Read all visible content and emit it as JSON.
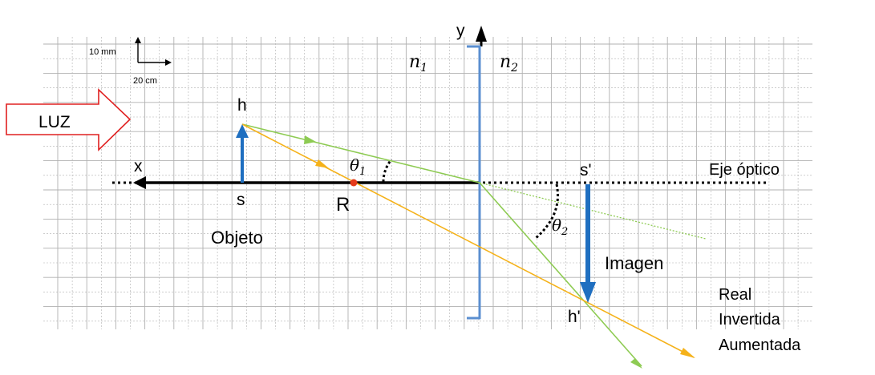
{
  "scale": {
    "vertical": "10 mm",
    "horizontal": "20 cm"
  },
  "light_label": "LUZ",
  "media": {
    "n1": "n",
    "n1_sub": "1",
    "n2": "n",
    "n2_sub": "2"
  },
  "axes": {
    "x": "x",
    "y": "y",
    "optical_axis": "Eje óptico"
  },
  "object": {
    "top_label": "h",
    "base_label": "s",
    "caption": "Objeto"
  },
  "center_label": "R",
  "angles": {
    "theta1": "θ",
    "theta1_sub": "1",
    "theta2": "θ",
    "theta2_sub": "2"
  },
  "image": {
    "top_label": "s'",
    "tip_label": "h'",
    "caption": "Imagen"
  },
  "properties": [
    "Real",
    "Invertida",
    "Aumentada"
  ],
  "colors": {
    "grid": "#b0b0b0",
    "axis": "#000000",
    "surface": "#5b8fd0",
    "object_arrow": "#1f6fc0",
    "ray_green": "#8ecb53",
    "ray_orange": "#f5b21a",
    "center_point": "#e53a1a",
    "light_arrow": "#e02020"
  }
}
